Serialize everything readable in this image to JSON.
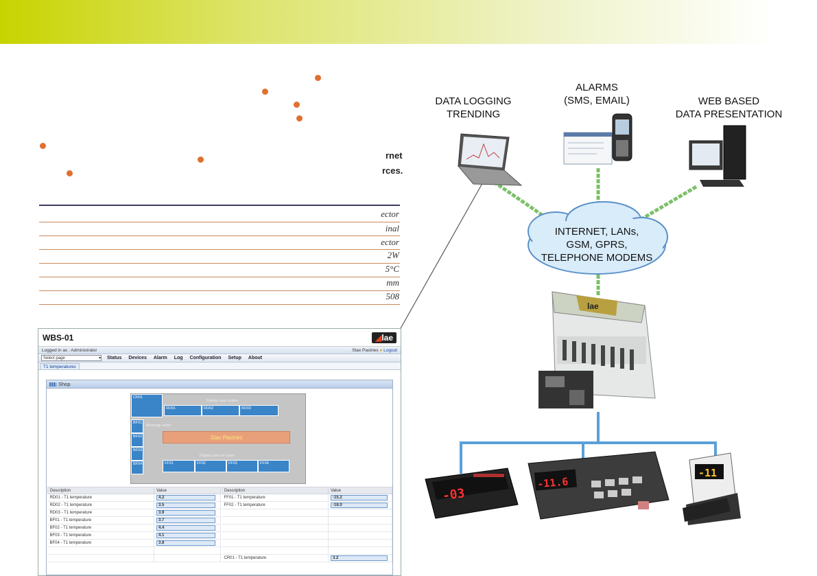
{
  "colors": {
    "banner": "#c8d400",
    "bullet": "#e07030",
    "rule": "#c98a5a",
    "net_green": "#7cc06a",
    "net_blue": "#5aa0d8"
  },
  "right_text": [
    "rnet",
    "rces."
  ],
  "spec_values": [
    "ector",
    "inal",
    "ector",
    "2W",
    "5°C",
    "mm",
    "508"
  ],
  "diagram": {
    "labels": {
      "logging": "DATA LOGGING\nTRENDING",
      "alarms": "ALARMS\n(SMS, EMAIL)",
      "web": "WEB BASED\nDATA PRESENTATION",
      "cloud": "INTERNET, LANs,\nGSM, GPRS,\nTELEPHONE MODEMS"
    },
    "device_logo": "lae",
    "controller_1_display": "-03",
    "controller_2_display": "-11.6",
    "controller_3_display": "-11"
  },
  "screenshot": {
    "title": "WBS-01",
    "logo": "lae",
    "logged_in": "Logged in as : Administrator",
    "site": "Stax Pastries",
    "logout": "Logout",
    "select_page": "Select page",
    "menu": [
      "Status",
      "Devices",
      "Alarm",
      "Log",
      "Configuration",
      "Setup",
      "About"
    ],
    "tab": "T1 temperatures",
    "panel_title": "Shop",
    "map": {
      "cr": "CR01",
      "display_case_label": "Display case coolers",
      "rd": [
        "RD01",
        "RD02",
        "RD03"
      ],
      "bf": [
        "BF01",
        "BF02",
        "BF03",
        "BF04"
      ],
      "beverage_label": "Beverage cooler",
      "shop_name": "Stax Pastries",
      "freezer_label": "Display case ice cream",
      "ff": [
        "FF01",
        "FF02",
        "FF03",
        "FF04"
      ]
    },
    "table_left": {
      "headers": [
        "Description",
        "Value"
      ],
      "rows": [
        [
          "RD01 - T1 temperature",
          "4.2"
        ],
        [
          "RD02 - T1 temperature",
          "3.5"
        ],
        [
          "RD03 - T1 temperature",
          "3.9"
        ],
        [
          "BF01 - T1 temperature",
          "3.7"
        ],
        [
          "BF02 - T1 temperature",
          "4.4"
        ],
        [
          "BF03 - T1 temperature",
          "4.1"
        ],
        [
          "BF04 - T1 temperature",
          "3.8"
        ]
      ]
    },
    "table_right": {
      "headers": [
        "Description",
        "Value"
      ],
      "rows": [
        [
          "FF01 - T1 temperature",
          "-15.2"
        ],
        [
          "FF02 - T1 temperature",
          "-18.0"
        ]
      ],
      "footer_row": [
        "CR01 - T1 temperature",
        "3.2"
      ]
    }
  }
}
